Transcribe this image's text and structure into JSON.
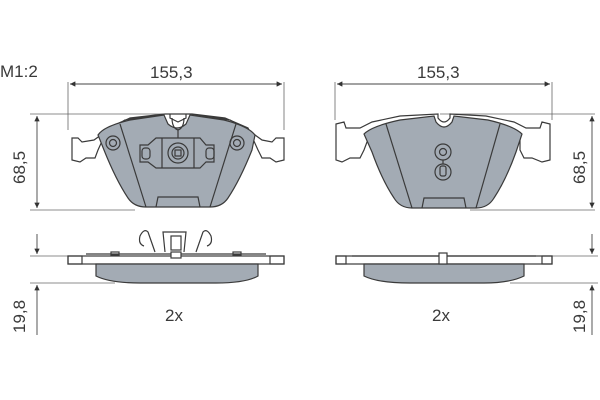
{
  "diagram": {
    "scale_label": "M1:2",
    "colors": {
      "pad_fill": "#a3abb4",
      "outline": "#3a3a3a",
      "dim_line": "#555555",
      "background": "#ffffff"
    },
    "left_view": {
      "width_dimension": "155,3",
      "height_dimension": "68,5",
      "thickness_dimension": "19,8",
      "quantity": "2x"
    },
    "right_view": {
      "width_dimension": "155,3",
      "height_dimension": "68,5",
      "thickness_dimension": "19,8",
      "quantity": "2x"
    }
  }
}
